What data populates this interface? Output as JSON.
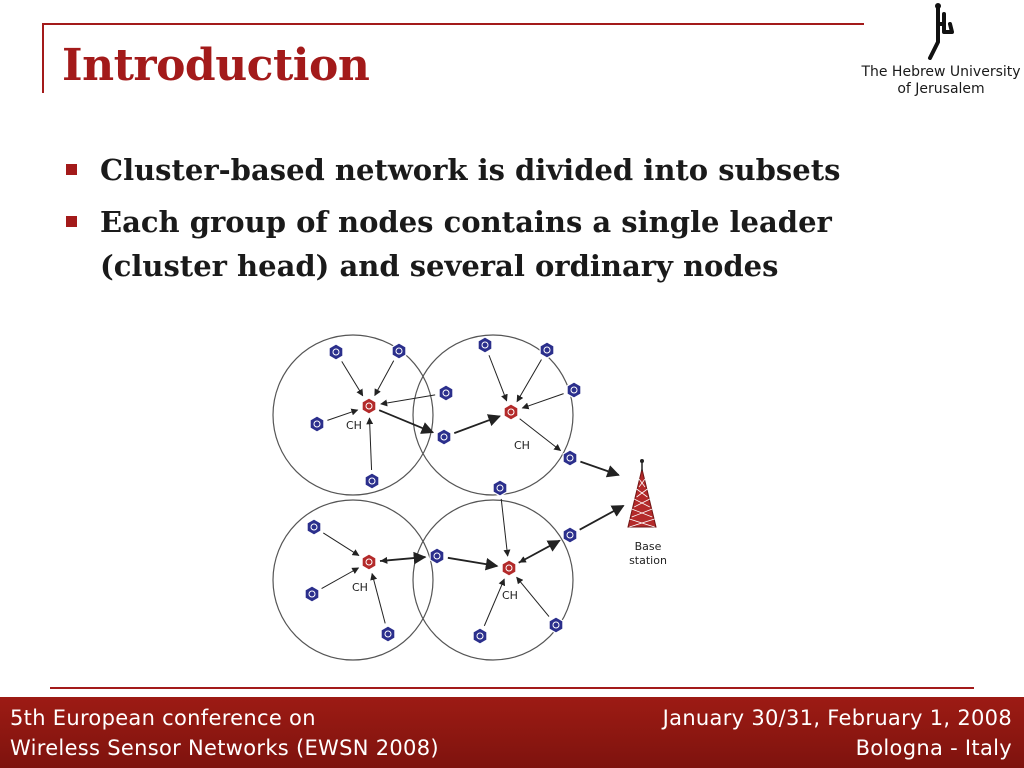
{
  "slide": {
    "title": "Introduction",
    "logo": {
      "line1": "The Hebrew University",
      "line2": "of Jerusalem",
      "icon": "menorah-emblem-icon"
    },
    "bullets": [
      {
        "lines": [
          "Cluster-based network is divided into subsets"
        ]
      },
      {
        "lines": [
          "Each group of nodes contains a single leader",
          "(cluster head) and several ordinary nodes"
        ]
      }
    ]
  },
  "diagram": {
    "cluster_head_label": "CH",
    "base_station_label_line1": "Base",
    "base_station_label_line2": "station",
    "colors": {
      "cluster_head": "#b32a2a",
      "ordinary_node": "#2b2f8c",
      "tower": "#b32a2a",
      "circle": "#555555",
      "arrow": "#222222"
    }
  },
  "footer": {
    "left_line1": "5th European conference on",
    "left_line2": "Wireless Sensor Networks (EWSN 2008)",
    "right_line1": "January 30/31, February 1, 2008",
    "right_line2": "Bologna - Italy"
  },
  "colors": {
    "accent": "#a31a1a",
    "footer_background": "#8c1711"
  }
}
